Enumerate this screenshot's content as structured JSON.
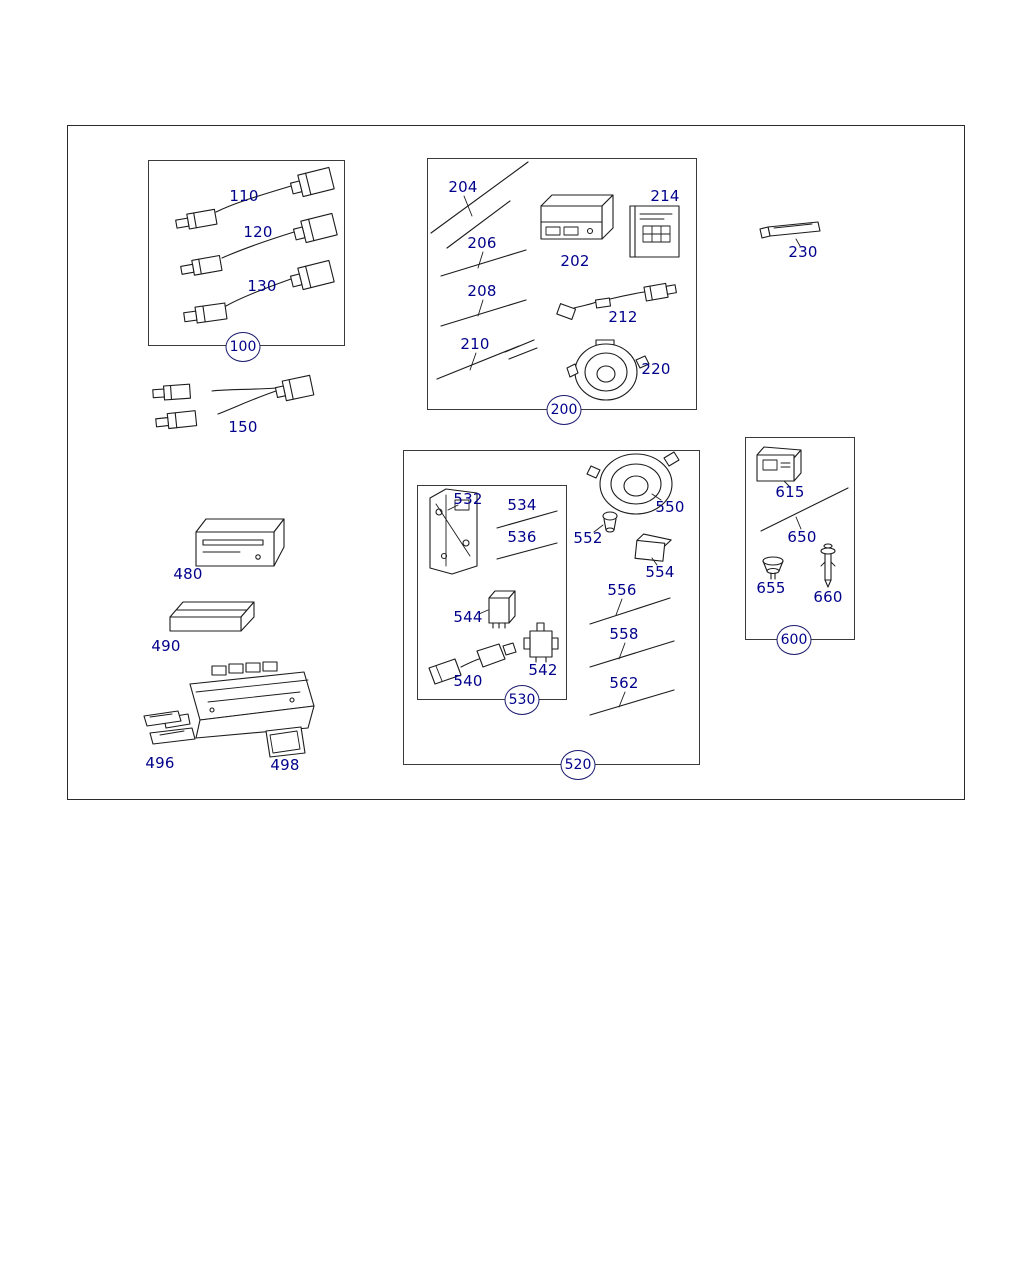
{
  "groups": {
    "g100": "100",
    "g200": "200",
    "g520": "520",
    "g530": "530",
    "g600": "600"
  },
  "parts": {
    "p110": "110",
    "p120": "120",
    "p130": "130",
    "p150": "150",
    "p480": "480",
    "p490": "490",
    "p496": "496",
    "p498": "498",
    "p202": "202",
    "p204": "204",
    "p206": "206",
    "p208": "208",
    "p210": "210",
    "p212": "212",
    "p214": "214",
    "p220": "220",
    "p230": "230",
    "p532": "532",
    "p534": "534",
    "p536": "536",
    "p540": "540",
    "p542": "542",
    "p544": "544",
    "p550": "550",
    "p552": "552",
    "p554": "554",
    "p556": "556",
    "p558": "558",
    "p562": "562",
    "p615": "615",
    "p650": "650",
    "p655": "655",
    "p660": "660"
  },
  "colors": {
    "label": "#00008b",
    "line": "#1c1c1c",
    "frame": "#2b2b2b"
  }
}
